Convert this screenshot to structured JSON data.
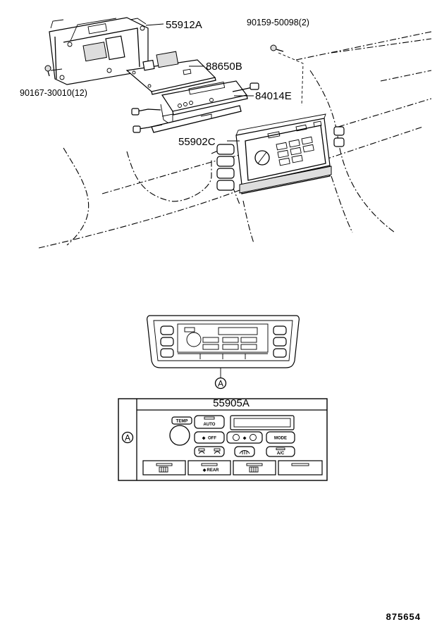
{
  "parts": {
    "p55912A": "55912A",
    "p90159": "90159-50098(2)",
    "p88650B": "88650B",
    "p90167": "90167-30010(12)",
    "p84014E": "84014E",
    "p55902C": "55902C",
    "p55905A": "55905A"
  },
  "callout": {
    "letter": "A"
  },
  "panel_buttons": {
    "temp": "TEMP",
    "auto": "AUTO",
    "off": "OFF",
    "mode": "MODE",
    "ac": "A/C",
    "rear": "REAR"
  },
  "catalog_number": "875654"
}
